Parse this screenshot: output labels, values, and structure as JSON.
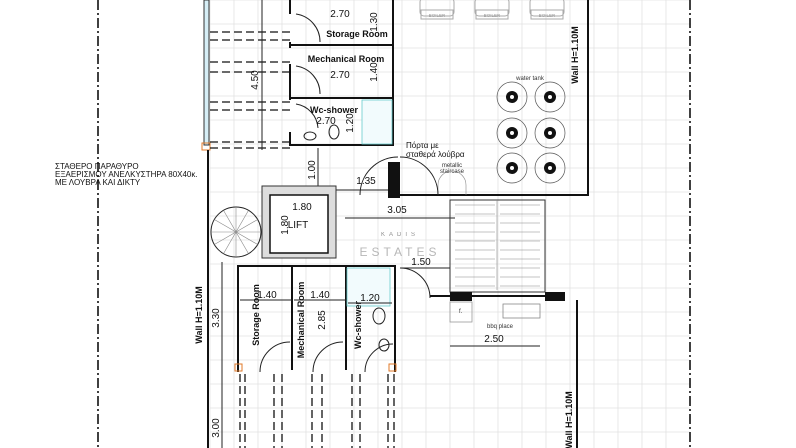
{
  "notes": {
    "greek_window": [
      "ΣΤΑΘΕΡΟ ΠΑΡΑΘΥΡΟ",
      "ΕΞΑΕΡΙΣΜΟΥ ΑΝΕΛΚΥΣΤΗΡΑ 80Χ40κ.",
      "ΜΕ ΛΟΥΒΡΑ ΚΑΙ ΔΙΚΤΥ"
    ],
    "greek_door": [
      "Πόρτα με",
      "σταθερά λούβρα"
    ],
    "wall_top": "Wall H=1.10M",
    "wall_left": "Wall H=1.10M",
    "wall_right": "Wall H=1.10M"
  },
  "upper_rooms": {
    "storage": "Storage Room",
    "storage_w": "2.70",
    "storage_h": "1.30",
    "mechanical": "Mechanical Room",
    "mechanical_w": "2.70",
    "mechanical_h": "1.40",
    "wc": "Wc-shower",
    "wc_w": "2.70",
    "wc_h": "1.20",
    "total_h": "4.50"
  },
  "center": {
    "dim_100": "1.00",
    "dim_135": "1.35",
    "dim_305": "3.05",
    "lift": "LIFT",
    "lift_w": "1.80",
    "lift_h": "1.80",
    "dim_150": "1.50",
    "metallic_staircase": [
      "metallic",
      "staircase"
    ]
  },
  "terrace": {
    "boiler": "BOILER",
    "water_tank": "water tank",
    "bbq": "bbq place",
    "bbq_dim": "2.50",
    "fridge": "f."
  },
  "lower_rooms": {
    "storage": "Storage Room",
    "storage_w": "1.40",
    "mechanical": "Mechanical Room",
    "mechanical_w": "1.40",
    "mechanical_h": "2.85",
    "wc": "Wc-shower",
    "wc_w": "1.20",
    "dim_330": "3.30",
    "dim_300": "3.00"
  },
  "watermark": {
    "brand": "KADIS",
    "sub": "ESTATES"
  }
}
